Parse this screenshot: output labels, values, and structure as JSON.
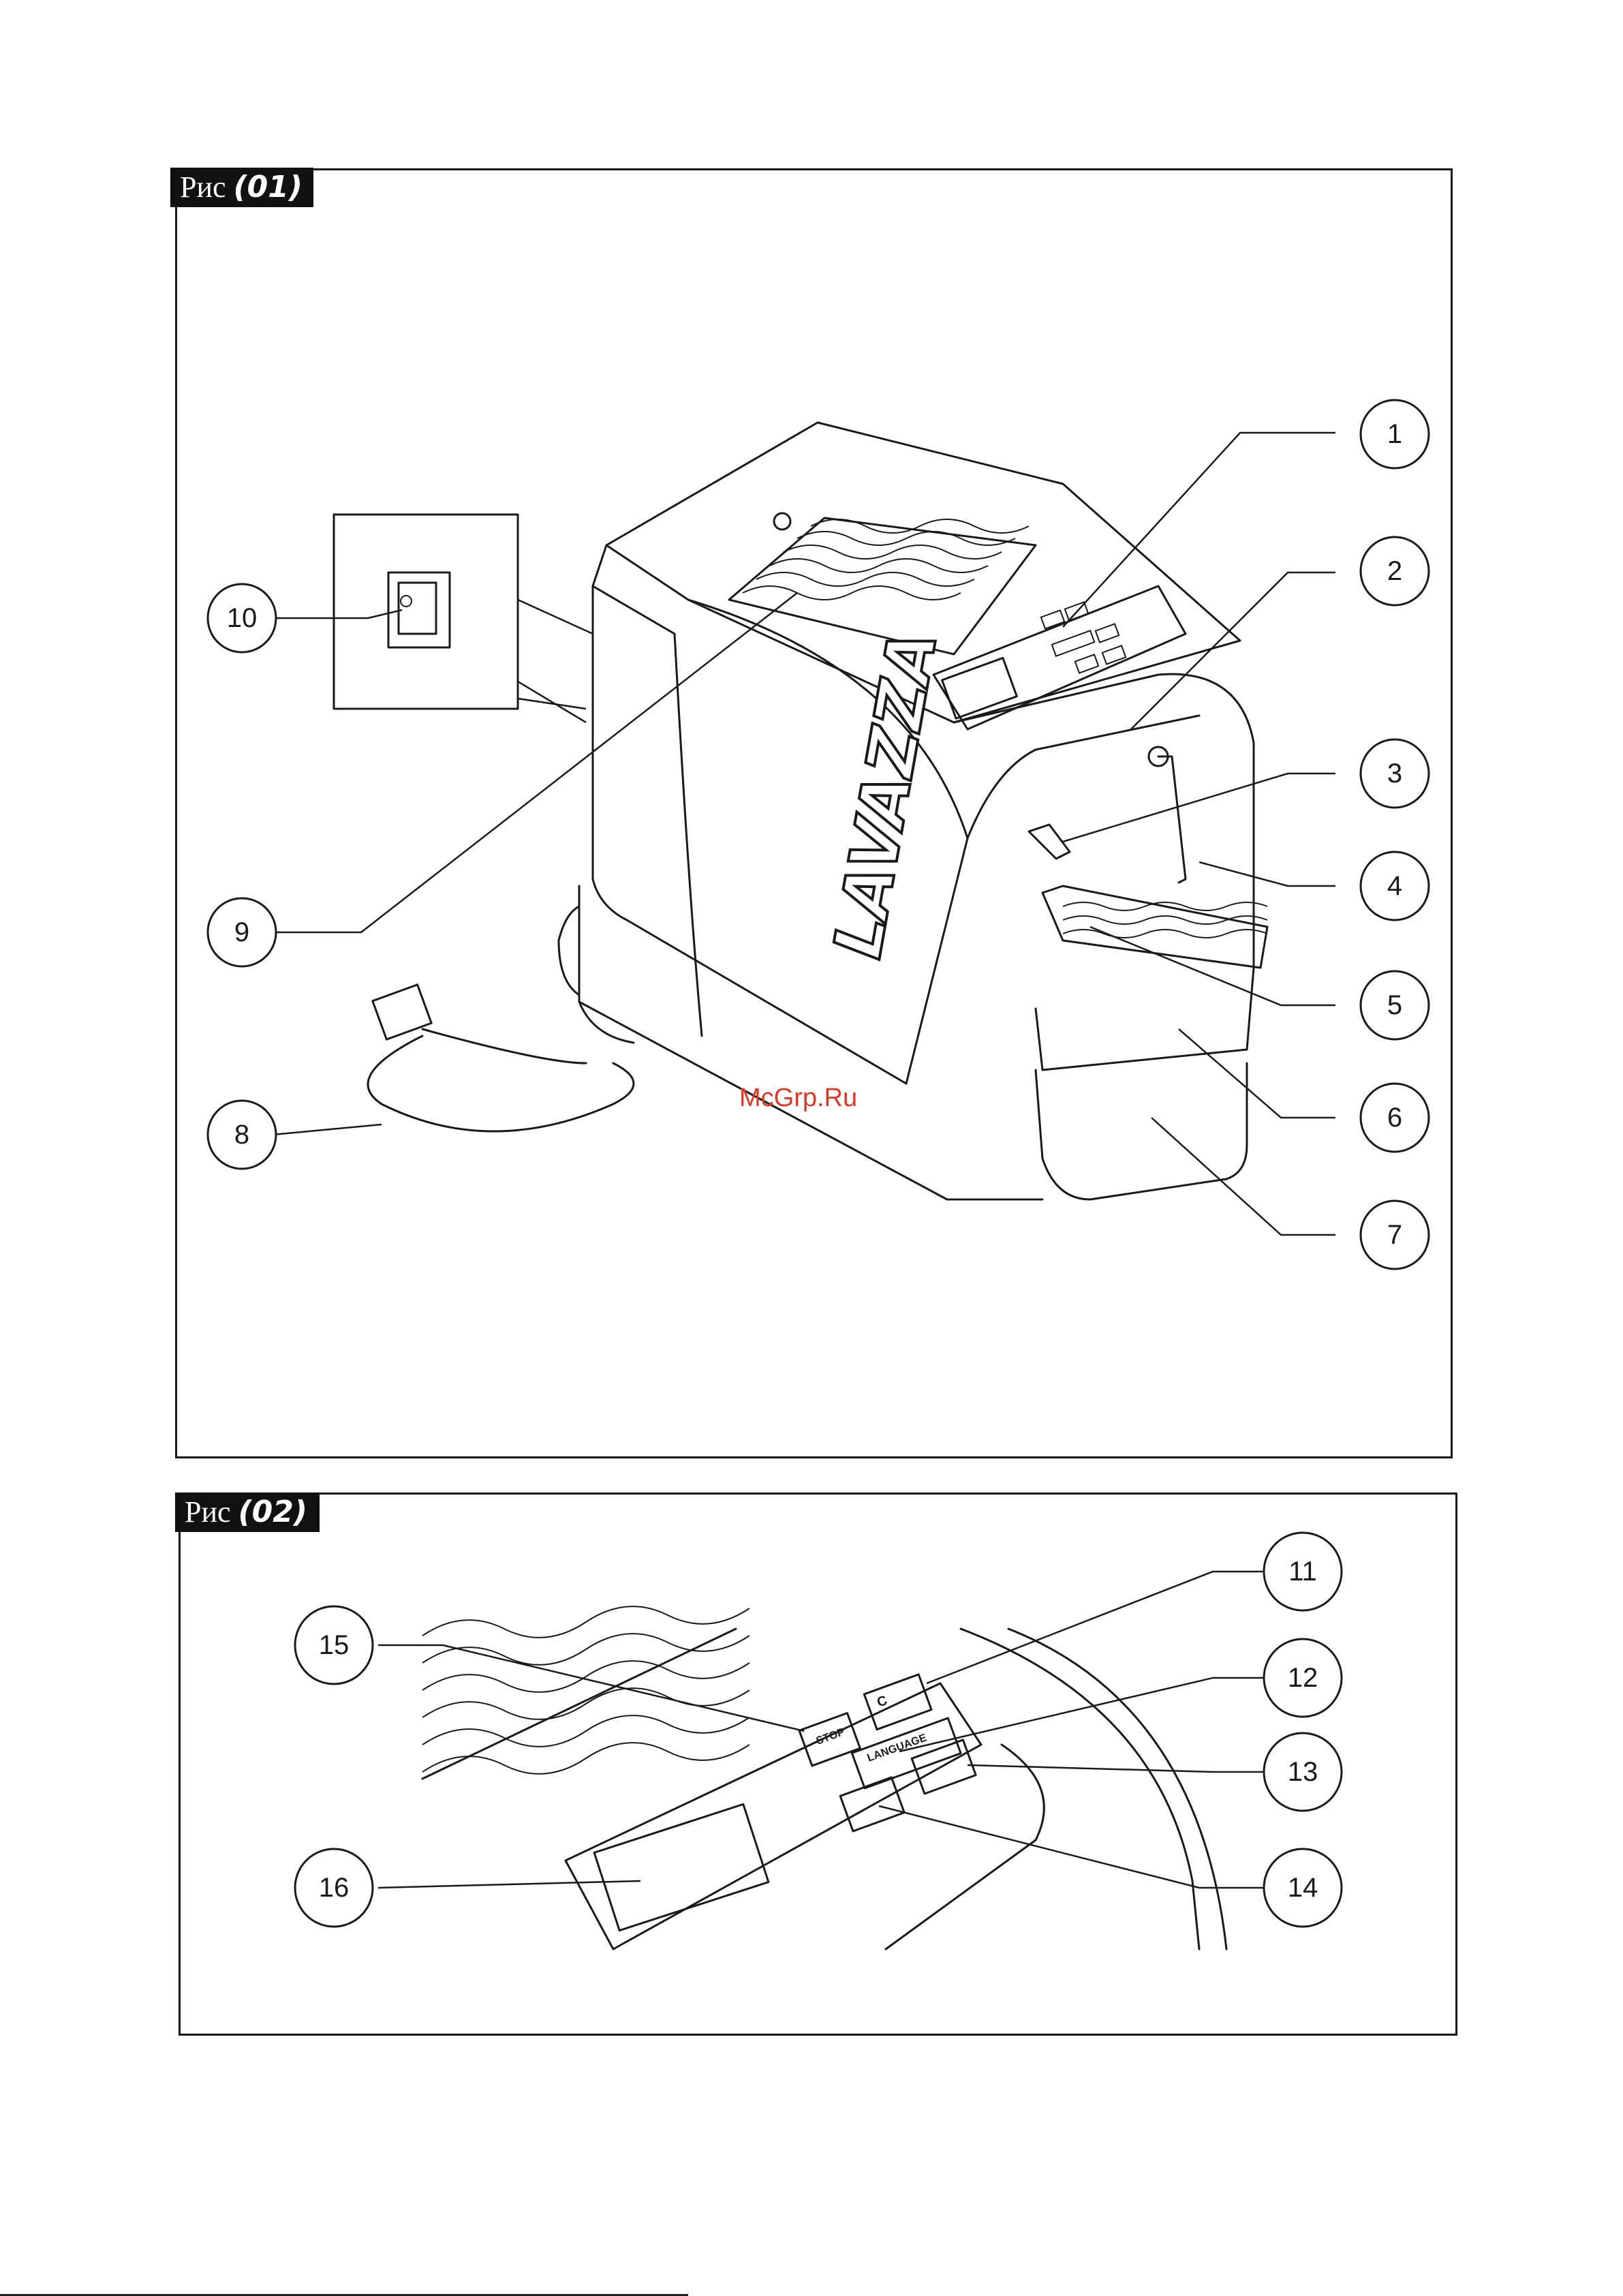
{
  "figures": [
    {
      "label_prefix": "Рис",
      "label_number": "(01)",
      "callouts": [
        "1",
        "2",
        "3",
        "4",
        "5",
        "6",
        "7",
        "8",
        "9",
        "10"
      ]
    },
    {
      "label_prefix": "Рис",
      "label_number": "(02)",
      "callouts": [
        "11",
        "12",
        "13",
        "14",
        "15",
        "16"
      ]
    }
  ],
  "machine": {
    "brand_text": "LAVAZZA"
  },
  "panel": {
    "stop_label": "STOP",
    "language_label": "LANGUAGE",
    "c_label": "C"
  },
  "watermark": "McGrp.Ru",
  "colors": {
    "ink": "#1a1a1a",
    "watermark": "#d63a2a"
  }
}
